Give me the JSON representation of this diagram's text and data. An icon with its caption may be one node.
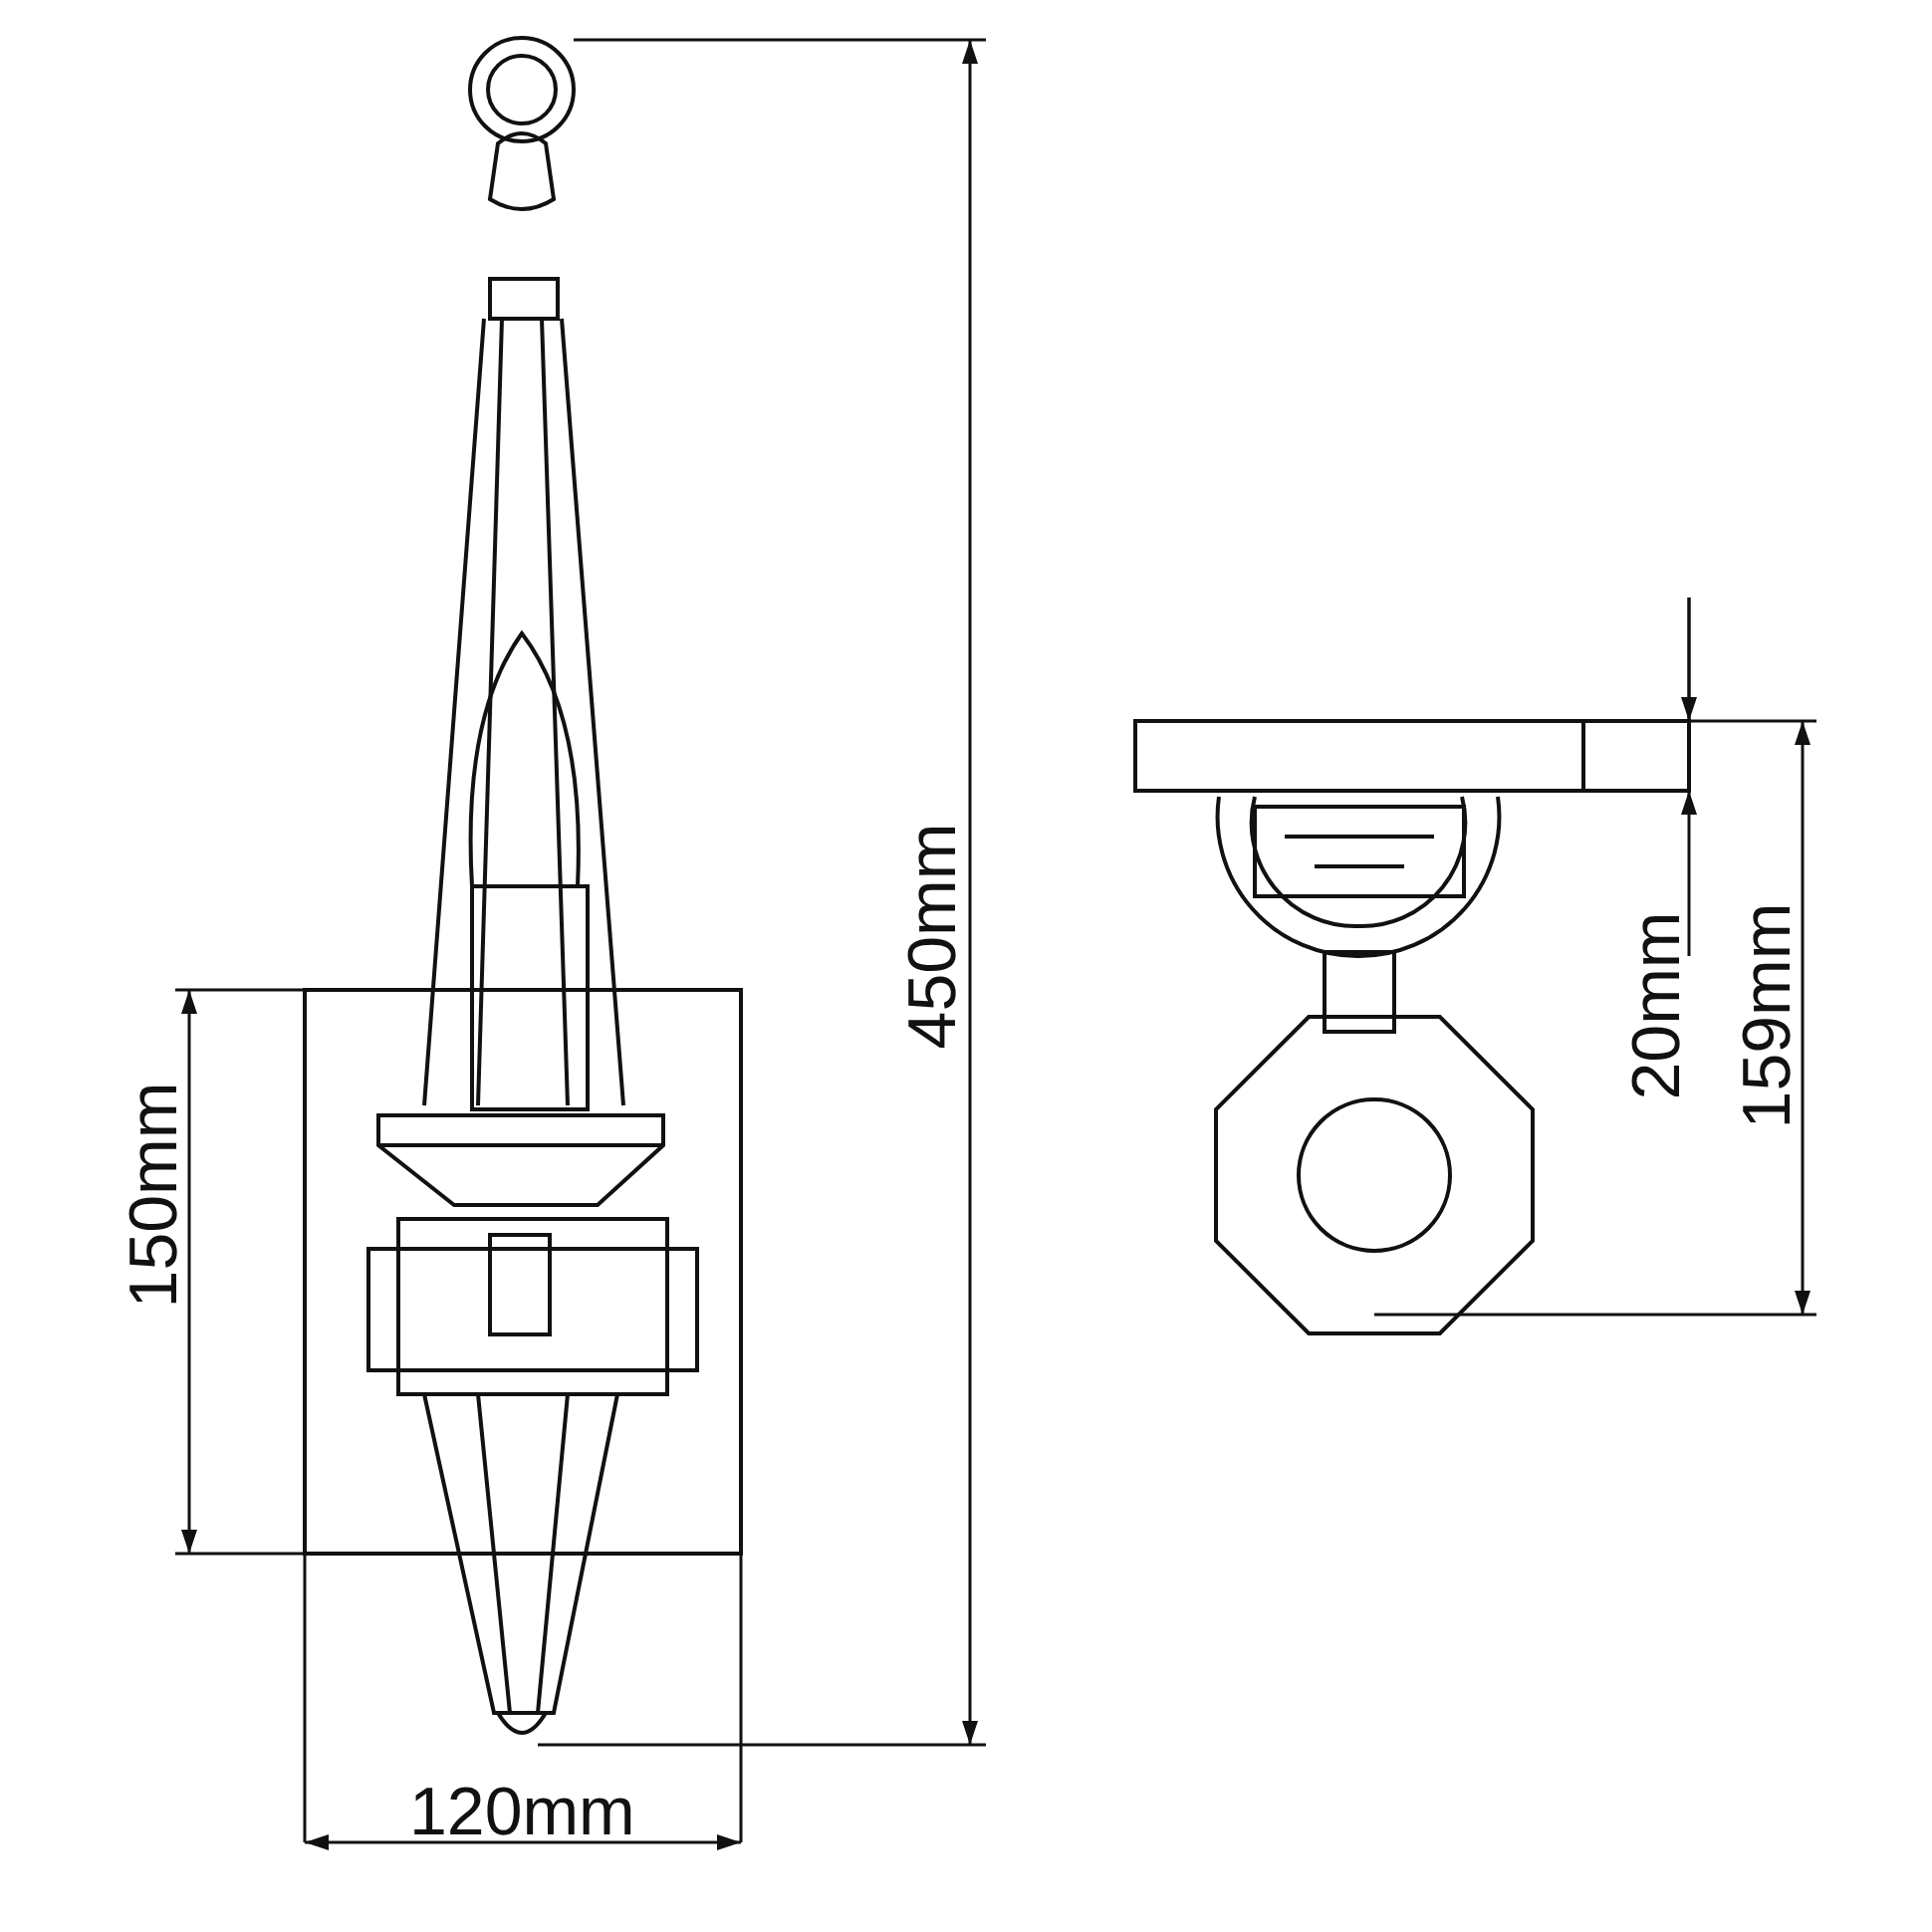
{
  "diagram": {
    "labels": [
      "450mm",
      "20mm",
      "159mm",
      "150mm",
      "120mm"
    ]
  }
}
